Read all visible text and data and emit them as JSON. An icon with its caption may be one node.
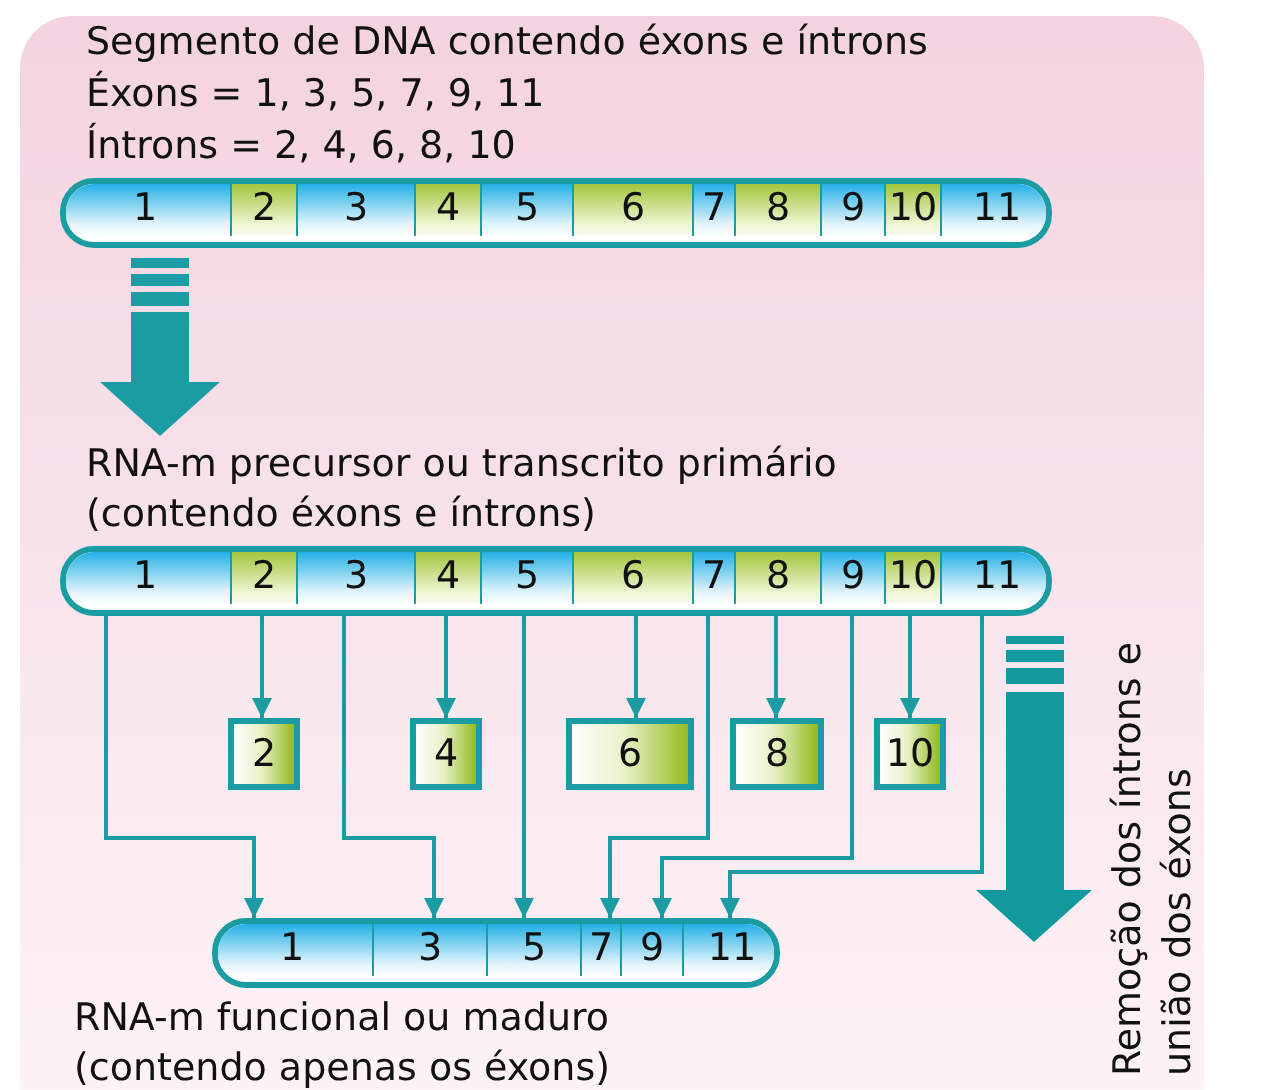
{
  "diagram": {
    "title": "Segmento de DNA contendo éxons e íntrons",
    "nodes": [
      {
        "text": [],
        "shape": "bar"
      },
      {
        "text": [
          "1"
        ],
        "in": 0
      },
      {
        "text": [
          "2"
        ],
        "in": 0
      },
      {
        "text": [
          "3"
        ],
        "in": 0
      },
      {
        "text": [
          "4"
        ],
        "in": 0
      },
      {
        "text": [
          "5"
        ],
        "in": 0
      },
      {
        "text": [
          "6"
        ],
        "in": 0
      },
      {
        "text": [
          "7"
        ],
        "in": 0
      },
      {
        "text": [
          "8"
        ],
        "in": 0
      },
      {
        "text": [
          "9"
        ],
        "in": 0
      },
      {
        "text": [
          "10"
        ],
        "in": 0
      },
      {
        "text": [
          "11"
        ],
        "in": 0
      },
      {
        "text": [
          "RNA-m precursor ou transcrito primário (contendo éxons e íntrons)"
        ]
      },
      {
        "text": [
          "1"
        ],
        "in": 12
      },
      {
        "text": [
          "2"
        ],
        "in": 12
      },
      {
        "text": [
          "3"
        ],
        "in": 12
      },
      {
        "text": [
          "4"
        ],
        "in": 12
      },
      {
        "text": [
          "5"
        ],
        "in": 12
      },
      {
        "text": [
          "6"
        ],
        "in": 12
      },
      {
        "text": [
          "7"
        ],
        "in": 12
      },
      {
        "text": [
          "8"
        ],
        "in": 12
      },
      {
        "text": [
          "9"
        ],
        "in": 12
      },
      {
        "text": [
          "10"
        ],
        "in": 12
      },
      {
        "text": [
          "11"
        ],
        "in": 12
      },
      {
        "text": [
          "2"
        ]
      },
      {
        "text": [
          "4"
        ]
      },
      {
        "text": [
          "6"
        ]
      },
      {
        "text": [
          "8"
        ]
      },
      {
        "text": [
          "10"
        ]
      },
      {
        "text": [],
        "shape": "bar"
      },
      {
        "text": [
          "1"
        ],
        "in": 29
      },
      {
        "text": [
          "3"
        ],
        "in": 29
      },
      {
        "text": [
          "5"
        ],
        "in": 29
      },
      {
        "text": [
          "7"
        ],
        "in": 29
      },
      {
        "text": [
          "9"
        ],
        "in": 29
      },
      {
        "text": [
          "11"
        ],
        "in": 29
      }
    ],
    "edges": [
      {
        "from": 0,
        "to": 12,
        "arrow": "to",
        "style": "thick"
      },
      {
        "from": 13,
        "to": 30,
        "arrow": "to"
      },
      {
        "from": 14,
        "to": 24,
        "arrow": "to"
      },
      {
        "from": 15,
        "to": 31,
        "arrow": "to"
      },
      {
        "from": 16,
        "to": 25,
        "arrow": "to"
      },
      {
        "from": 17,
        "to": 32,
        "arrow": "to"
      },
      {
        "from": 18,
        "to": 26,
        "arrow": "to"
      },
      {
        "from": 19,
        "to": 33,
        "arrow": "to"
      },
      {
        "from": 20,
        "to": 27,
        "arrow": "to"
      },
      {
        "from": 21,
        "to": 34,
        "arrow": "to"
      },
      {
        "from": 22,
        "to": 28,
        "arrow": "to"
      },
      {
        "from": 23,
        "to": 35,
        "arrow": "to"
      }
    ],
    "labels": [
      "Éxons = 1, 3, 5, 7, 9, 11",
      "Íntrons = 2, 4, 6, 8, 10",
      "RNA-m funcional ou maduro (contendo apenas os éxons)",
      "Remoção dos íntrons e união dos éxons"
    ]
  }
}
